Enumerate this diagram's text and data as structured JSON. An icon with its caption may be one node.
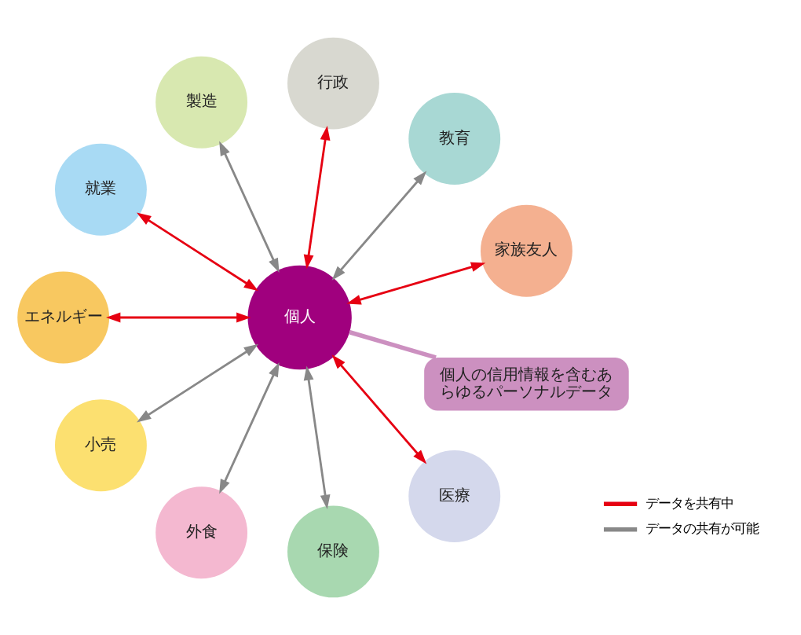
{
  "diagram": {
    "nodes": [
      {
        "text": [
          "個人の信用情報を含むあらゆるパーソナルデータ"
        ]
      },
      {
        "text": [
          "個人"
        ]
      },
      {
        "text": [
          "家族友人"
        ]
      },
      {
        "text": [
          "教育"
        ]
      },
      {
        "text": [
          "行政"
        ]
      },
      {
        "text": [
          "製造"
        ]
      },
      {
        "text": [
          "就業"
        ]
      },
      {
        "text": [
          "エネルギー"
        ]
      },
      {
        "text": [
          "小売"
        ]
      },
      {
        "text": [
          "外食"
        ]
      },
      {
        "text": [
          "保険"
        ]
      },
      {
        "text": [
          "医療"
        ]
      }
    ],
    "edges": [
      {
        "from": 0,
        "to": 1,
        "arrow": "none",
        "color": "#cc90c0"
      },
      {
        "from": 1,
        "to": 2,
        "arrow": "both",
        "color": "#e60012"
      },
      {
        "from": 1,
        "to": 4,
        "arrow": "both",
        "color": "#e60012"
      },
      {
        "from": 1,
        "to": 6,
        "arrow": "both",
        "color": "#e60012"
      },
      {
        "from": 1,
        "to": 8,
        "arrow": "both",
        "color": "#888888"
      },
      {
        "from": 1,
        "to": 10,
        "arrow": "both",
        "color": "#888888"
      },
      {
        "from": 1,
        "to": 11,
        "arrow": "both",
        "color": "#e60012"
      },
      {
        "from": 1,
        "to": 9,
        "arrow": "both",
        "color": "#888888"
      },
      {
        "from": 1,
        "to": 7,
        "arrow": "both",
        "color": "#e60012"
      },
      {
        "from": 1,
        "to": 5,
        "arrow": "both",
        "color": "#888888"
      },
      {
        "from": 1,
        "to": 3,
        "arrow": "both",
        "color": "#888888"
      }
    ],
    "legend": [
      {
        "text": "データを共有中"
      },
      {
        "text": "データの共有が可能"
      }
    ]
  }
}
